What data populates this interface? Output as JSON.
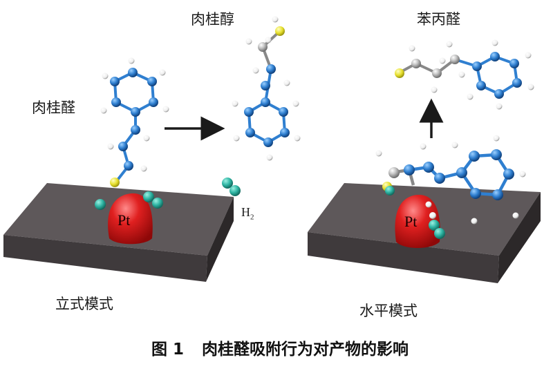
{
  "labels": {
    "left_reactant": "肉桂醛",
    "alcohol_product": "肉桂醇",
    "aldehyde_product": "苯丙醛",
    "vertical_mode": "立式模式",
    "horizontal_mode": "水平模式",
    "pt": "Pt",
    "h2_main": "H",
    "h2_sub": "2"
  },
  "caption": {
    "figure_number": "图 1",
    "text": "肉桂醛吸附行为对产物的影响"
  },
  "colors": {
    "carbon": "#2f7fd0",
    "hydrogen": "#ffffff",
    "oxygen": "#e8e23a",
    "h2_atom": "#2fb5a4",
    "pt": "#d81e1e",
    "slab": "#5d5759"
  }
}
